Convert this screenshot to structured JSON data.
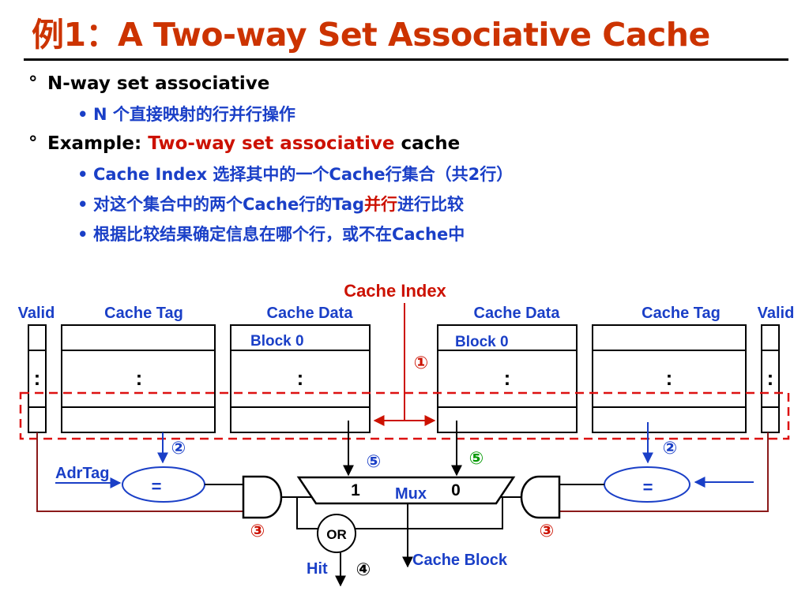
{
  "title": "例1：A Two-way Set Associative Cache",
  "bullets": {
    "mark1": "°",
    "mark2": "•",
    "n_way": "N-way set associative",
    "n_way_sub": "N 个直接映射的行并行操作",
    "example_prefix": "Example: ",
    "example_highlight": "Two-way set associative",
    "example_suffix": " cache",
    "index_sub": "Cache Index 选择其中的一个Cache行集合（共2行）",
    "compare_pre": "对这个集合中的两个Cache行的Tag",
    "compare_highlight": "并行",
    "compare_post": "进行比较",
    "result_sub": "根据比较结果确定信息在哪个行，或不在Cache中"
  },
  "diagram": {
    "cache_index": "Cache Index",
    "left_valid": "Valid",
    "left_tag": "Cache Tag",
    "left_data": "Cache Data",
    "right_data": "Cache Data",
    "right_tag": "Cache Tag",
    "right_valid": "Valid",
    "left_block0": "Block 0",
    "right_block0": "Block 0",
    "ellipsis": ":",
    "step1": "①",
    "step2": "②",
    "step3": "③",
    "step4": "④",
    "step5": "⑤",
    "adrtag": "AdrTag",
    "eq": "=",
    "mux": "Mux",
    "mux_in1": "1",
    "mux_in0": "0",
    "or": "OR",
    "hit": "Hit",
    "cache_block": "Cache Block"
  },
  "colors": {
    "title": "#cc3300",
    "blue": "#1a3fc7",
    "red": "#cc1100",
    "green": "#009900",
    "wire_red": "#8b1a1a"
  }
}
